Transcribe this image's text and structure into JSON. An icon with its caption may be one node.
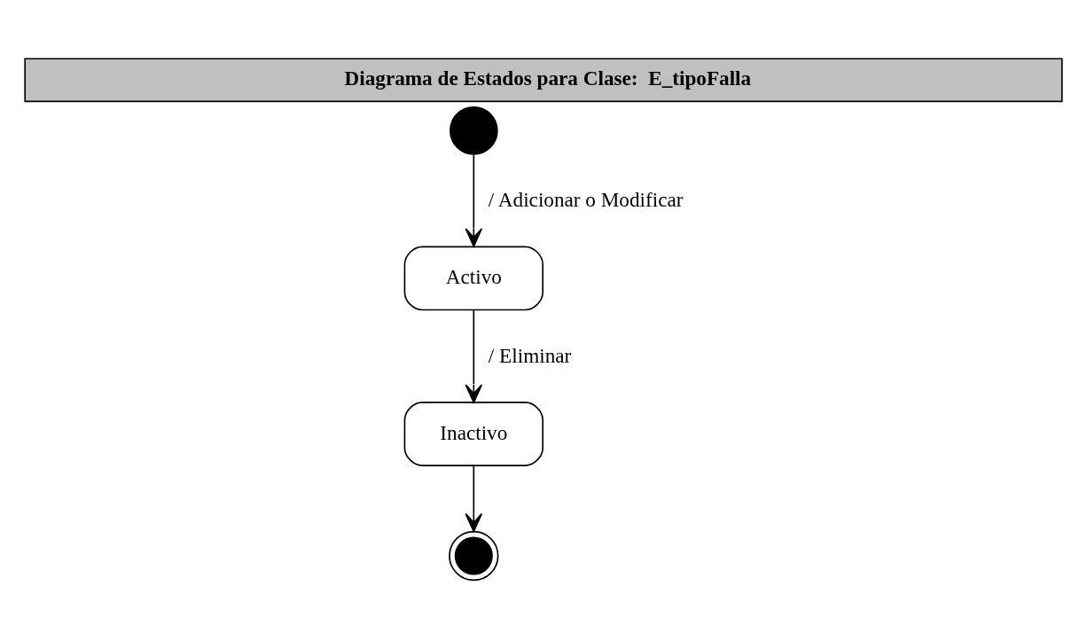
{
  "diagram": {
    "title": "Diagrama de Estados para Clase:  E_tipoFalla",
    "nodes": [
      {
        "text": [],
        "shape": "circle"
      },
      {
        "text": [
          "Activo"
        ]
      },
      {
        "text": [
          "Inactivo"
        ]
      },
      {
        "text": [],
        "shape": "circle"
      }
    ],
    "edges": [
      {
        "from": 0,
        "to": 1,
        "arrow": "to",
        "label": "/ Adicionar o Modificar"
      },
      {
        "from": 1,
        "to": 2,
        "arrow": "to",
        "label": "/ Eliminar"
      },
      {
        "from": 2,
        "to": 3,
        "arrow": "to"
      }
    ]
  }
}
